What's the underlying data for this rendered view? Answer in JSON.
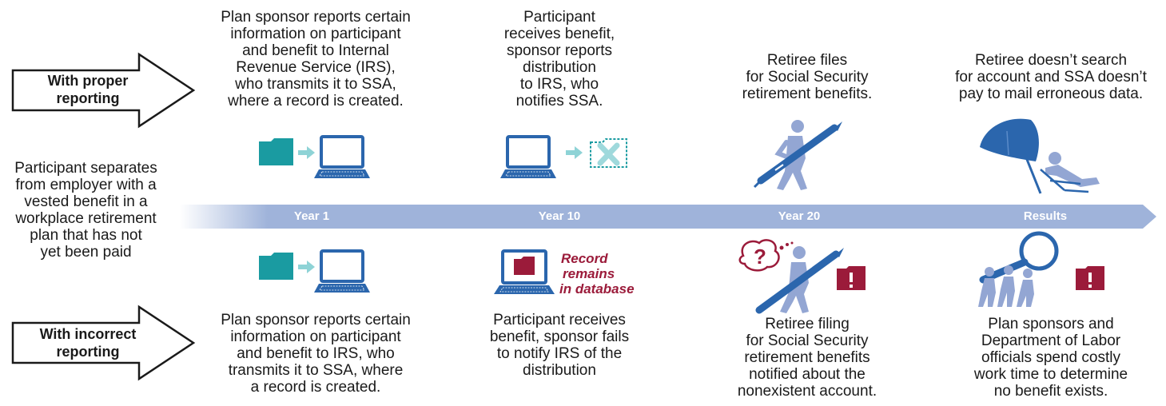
{
  "left": {
    "proper_label": [
      "With proper",
      "reporting"
    ],
    "incorrect_label": [
      "With incorrect",
      "reporting"
    ],
    "participant_text": [
      "Participant separates",
      "from employer with a",
      "vested benefit in a",
      "workplace retirement",
      "plan that has not",
      "yet been paid"
    ]
  },
  "timeline": {
    "labels": [
      "Year 1",
      "Year 10",
      "Year 20",
      "Results"
    ]
  },
  "top": [
    [
      "Plan sponsor reports certain",
      "information on participant",
      "and benefit to Internal",
      "Revenue Service (IRS),",
      "who transmits it to SSA,",
      "where a record is created."
    ],
    [
      "Participant",
      "receives benefit,",
      "sponsor reports",
      "distribution",
      "to IRS, who",
      "notifies SSA."
    ],
    [
      "Retiree files",
      "for Social Security",
      "retirement benefits."
    ],
    [
      "Retiree doesn’t search",
      "for account and SSA doesn’t",
      "pay to mail erroneous data."
    ]
  ],
  "bottom": [
    [
      "Plan sponsor reports certain",
      "information on participant",
      "and benefit to IRS, who",
      "transmits it to SSA, where",
      "a record is created."
    ],
    [
      "Participant receives",
      "benefit, sponsor fails",
      "to notify IRS of the",
      "distribution"
    ],
    [
      "Retiree filing",
      "for Social Security",
      "retirement benefits",
      "notified about the",
      "nonexistent account."
    ],
    [
      "Plan sponsors and",
      "Department of Labor",
      "officials spend costly",
      "work time to determine",
      "no benefit exists."
    ]
  ],
  "record_note": [
    "Record",
    "remains",
    "in database"
  ],
  "colors": {
    "teal": "#1a9ba1",
    "blue": "#2b66ad",
    "timeline": "#9fb3da",
    "red": "#9b1b3a",
    "figure": "#93a6d3"
  },
  "icons": {
    "folder": "folder-icon",
    "laptop": "laptop-icon",
    "arrow": "small-arrow-icon",
    "deleted_folder": "deleted-folder-icon",
    "retiree": "retiree-with-pen-icon",
    "umbrella": "beach-umbrella-icon",
    "confused": "confused-retiree-icon",
    "search_team": "search-team-icon",
    "error_folder": "error-folder-icon"
  }
}
